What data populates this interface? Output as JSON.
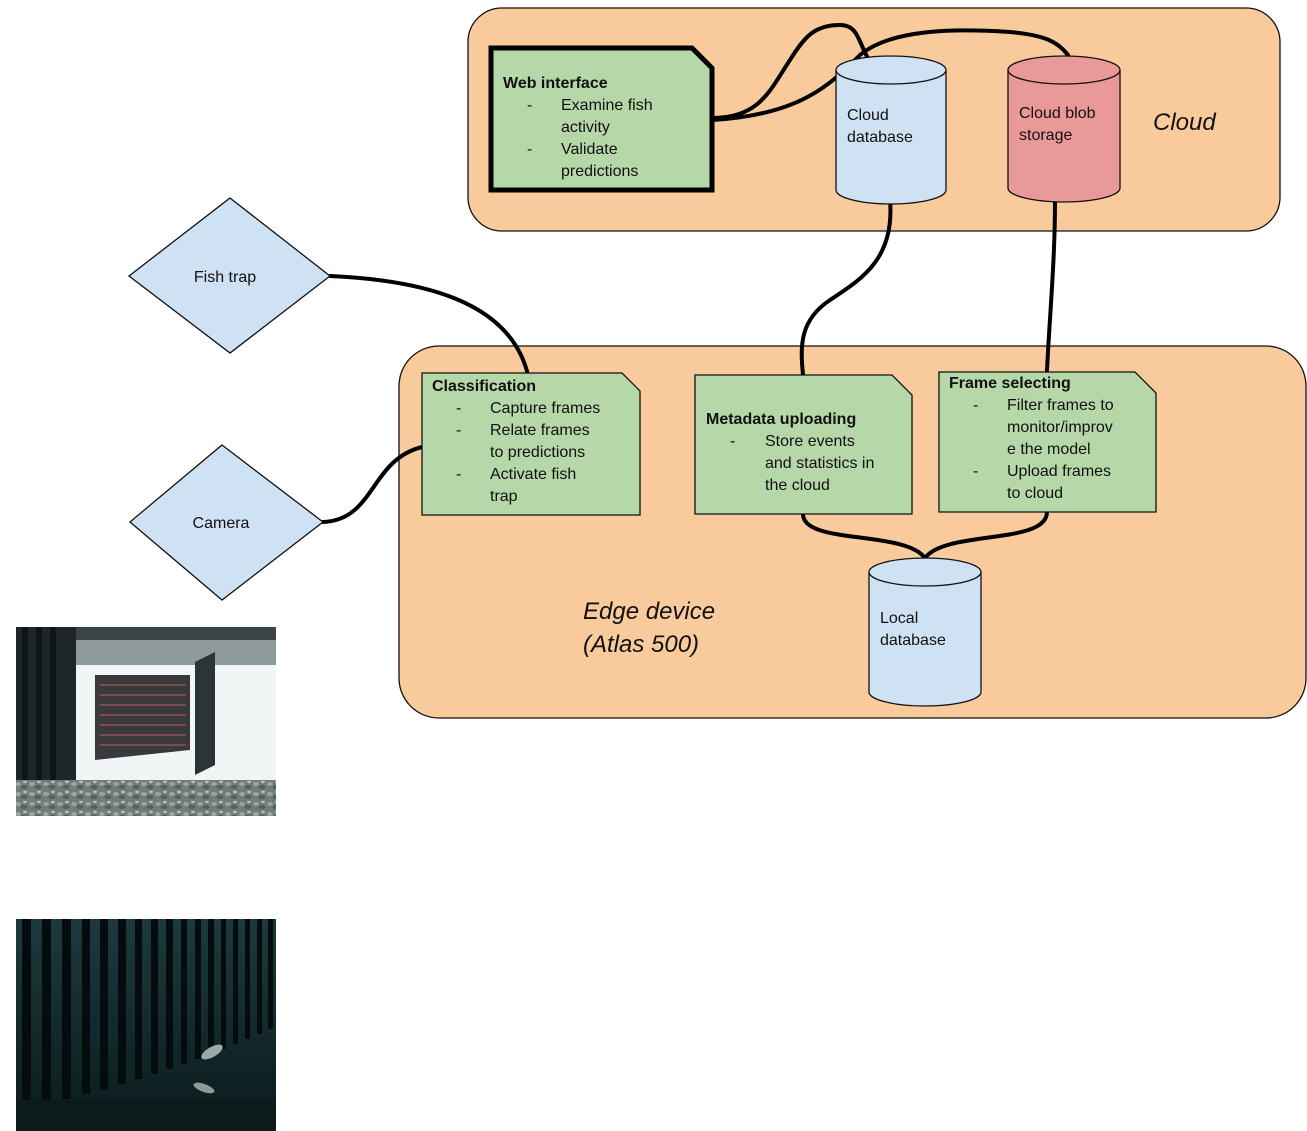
{
  "regions": {
    "cloud": {
      "label": "Cloud",
      "fill": "#f9cb9c"
    },
    "edge": {
      "label_line1": "Edge device",
      "label_line2": "(Atlas 500)",
      "fill": "#f9cb9c"
    }
  },
  "inputs": {
    "fish_trap": {
      "label": "Fish trap",
      "fill": "#cfe2f3"
    },
    "camera": {
      "label": "Camera",
      "fill": "#cfe2f3"
    }
  },
  "notes": {
    "web_interface": {
      "title": "Web interface",
      "fill": "#b6d7a8",
      "items": [
        {
          "dash": "-",
          "lines": [
            "Examine fish",
            "activity"
          ]
        },
        {
          "dash": "-",
          "lines": [
            "Validate",
            "predictions"
          ]
        }
      ]
    },
    "classification": {
      "title": "Classification",
      "fill": "#b6d7a8",
      "items": [
        {
          "dash": "-",
          "lines": [
            "Capture frames"
          ]
        },
        {
          "dash": "-",
          "lines": [
            "Relate frames",
            "to predictions"
          ]
        },
        {
          "dash": "-",
          "lines": [
            "Activate fish",
            "trap"
          ]
        }
      ]
    },
    "metadata_uploading": {
      "title": "Metadata uploading",
      "fill": "#b6d7a8",
      "items": [
        {
          "dash": "-",
          "lines": [
            "Store events",
            "and statistics in",
            "the cloud"
          ]
        }
      ]
    },
    "frame_selecting": {
      "title": "Frame selecting",
      "fill": "#b6d7a8",
      "items": [
        {
          "dash": "-",
          "lines": [
            "Filter frames to",
            "monitor/improv",
            "e the model"
          ]
        },
        {
          "dash": "-",
          "lines": [
            "Upload frames",
            "to cloud"
          ]
        }
      ]
    }
  },
  "databases": {
    "cloud_database": {
      "lines": [
        "Cloud",
        "database"
      ],
      "fill": "#cfe2f3"
    },
    "cloud_blob_storage": {
      "lines": [
        "Cloud blob",
        "storage"
      ],
      "fill": "#ea9999"
    },
    "local_database": {
      "lines": [
        "Local",
        "database"
      ],
      "fill": "#cfe2f3"
    }
  },
  "photos": {
    "fish_trap_photo": {
      "description_icon": "fish-trap-photo"
    },
    "camera_photo": {
      "description_icon": "underwater-camera-photo"
    }
  }
}
